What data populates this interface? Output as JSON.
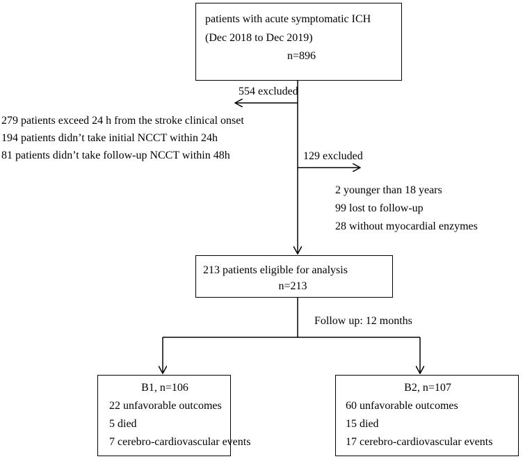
{
  "top": {
    "line1": "patients with acute symptomatic ICH",
    "line2": "(Dec 2018 to Dec 2019)",
    "n": "n=896"
  },
  "exclusion1": {
    "label": "554 excluded",
    "reasons": [
      "279 patients exceed 24 h from the stroke clinical onset",
      "194 patients didn’t take initial NCCT within 24h",
      "81 patients didn’t take follow-up NCCT within 48h"
    ]
  },
  "exclusion2": {
    "label": "129 excluded",
    "reasons": [
      "2 younger than 18 years",
      "99 lost to follow-up",
      "28 without myocardial enzymes"
    ]
  },
  "eligible": {
    "line1": "213 patients eligible for analysis",
    "n": "n=213"
  },
  "followup": "Follow up: 12 months",
  "group_b1": {
    "title": "B1, n=106",
    "items": [
      "22 unfavorable outcomes",
      "5 died",
      "7 cerebro-cardiovascular events"
    ]
  },
  "group_b2": {
    "title": "B2, n=107",
    "items": [
      "60 unfavorable outcomes",
      "15 died",
      "17 cerebro-cardiovascular events"
    ]
  }
}
